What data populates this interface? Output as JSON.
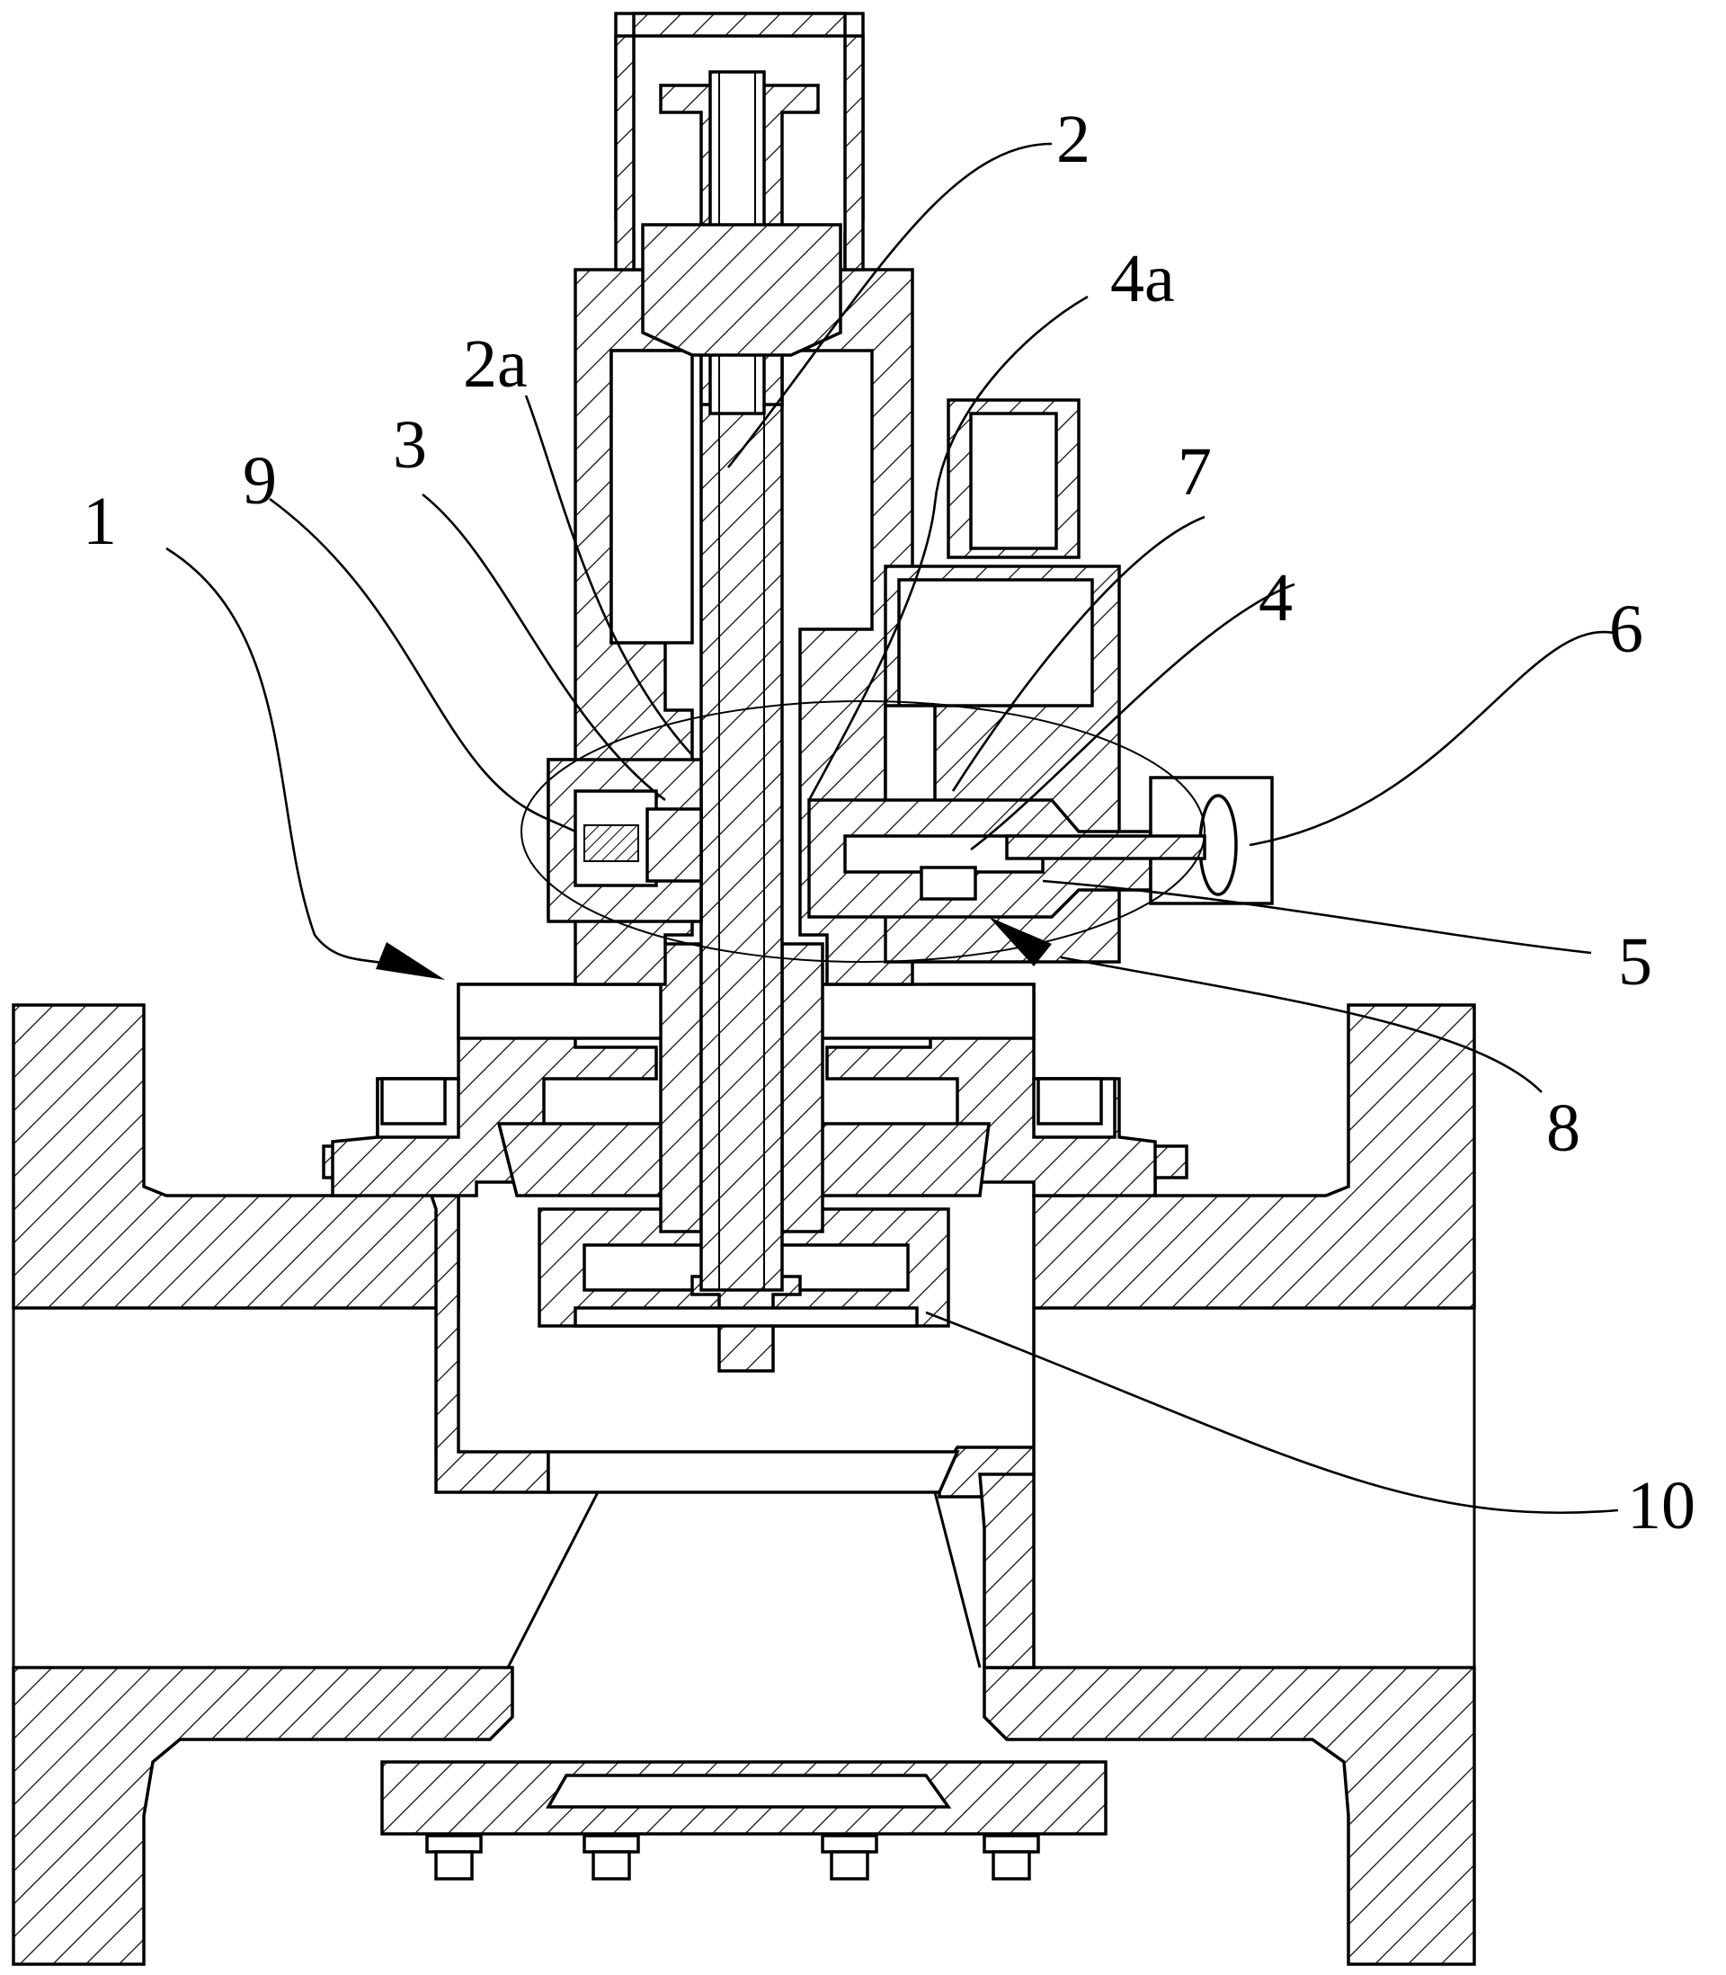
{
  "diagram": {
    "labels": [
      {
        "id": "1",
        "text": "1"
      },
      {
        "id": "2",
        "text": "2"
      },
      {
        "id": "2a",
        "text": "2a"
      },
      {
        "id": "3",
        "text": "3"
      },
      {
        "id": "4",
        "text": "4"
      },
      {
        "id": "4a",
        "text": "4a"
      },
      {
        "id": "5",
        "text": "5"
      },
      {
        "id": "6",
        "text": "6"
      },
      {
        "id": "7",
        "text": "7"
      },
      {
        "id": "8",
        "text": "8"
      },
      {
        "id": "9",
        "text": "9"
      },
      {
        "id": "10",
        "text": "10"
      }
    ]
  }
}
